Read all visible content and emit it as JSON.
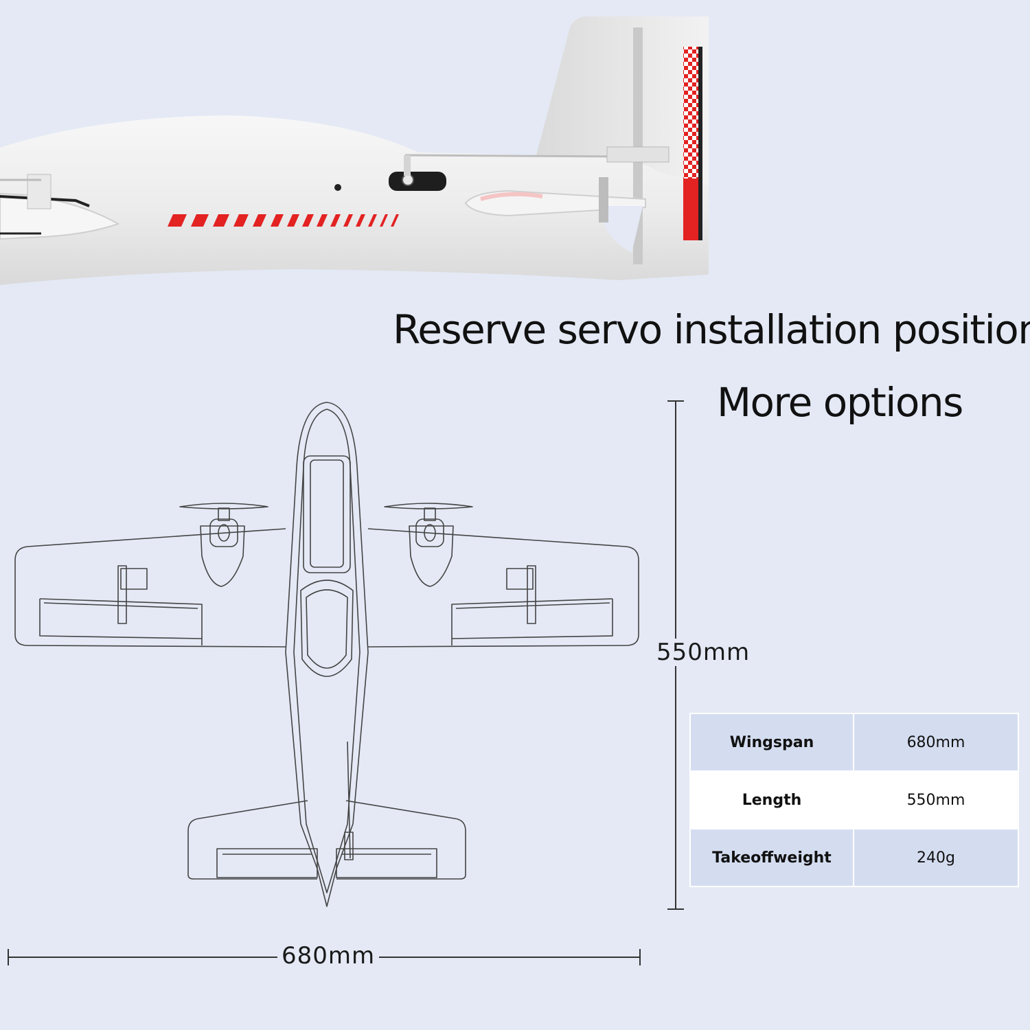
{
  "headings": {
    "servo": "Reserve servo installation position",
    "options": "More options"
  },
  "dimensions": {
    "length": "550mm",
    "wingspan": "680mm"
  },
  "specs": [
    {
      "label": "Wingspan",
      "value": "680mm"
    },
    {
      "label": "Length",
      "value": "550mm"
    },
    {
      "label": "Takeoffweight",
      "value": "240g"
    }
  ],
  "colors": {
    "background": "#e4e9f5",
    "foam": "#efefef",
    "accent_red": "#e32222",
    "table_shade": "#d4ddf0"
  }
}
